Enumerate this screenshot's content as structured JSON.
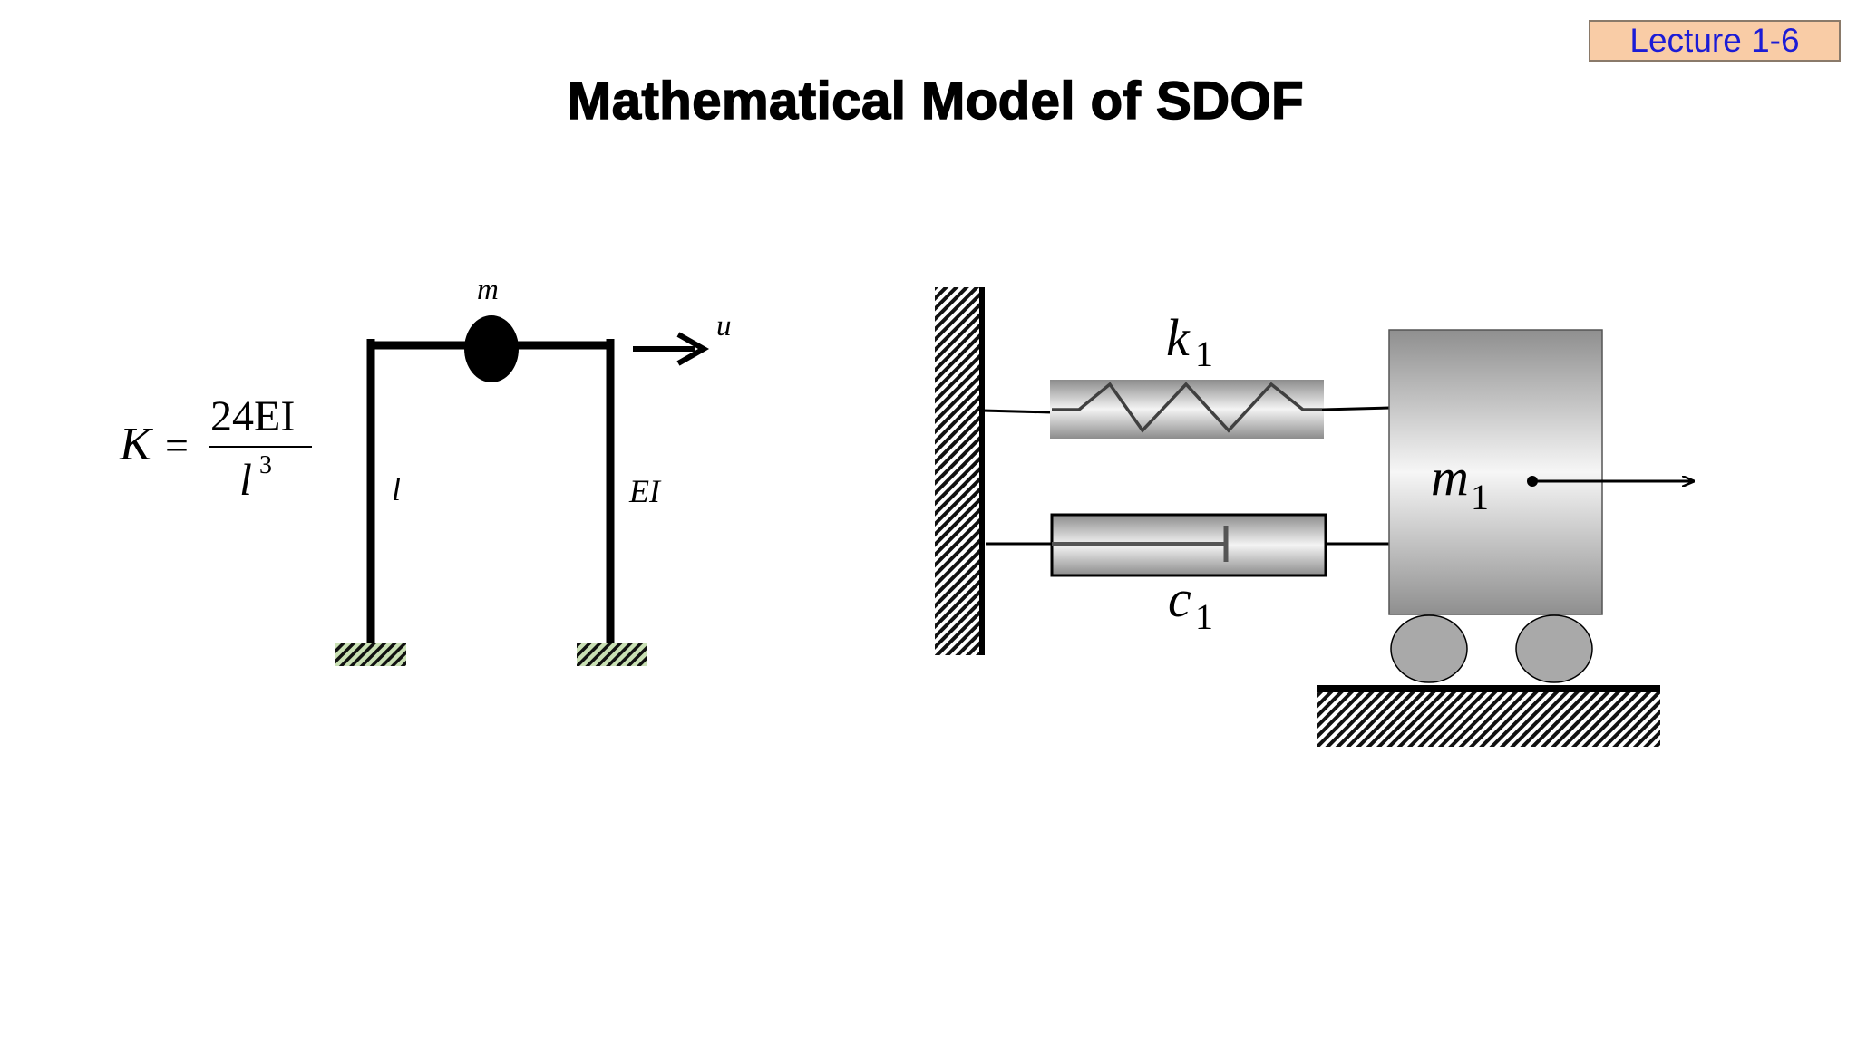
{
  "slide": {
    "badge": "Lecture 1-6",
    "title": "Mathematical Model of SDOF"
  },
  "frame": {
    "mass_label": "m",
    "displacement_label": "u",
    "column_length_label": "l",
    "rigidity_label": "EI",
    "formula": {
      "lhs": "K",
      "equals": "=",
      "numerator": "24EI",
      "denominator_base": "l",
      "denominator_exponent": "3"
    }
  },
  "model": {
    "spring_label_base": "k",
    "spring_label_sub": "1",
    "damper_label_base": "c",
    "damper_label_sub": "1",
    "mass_label_base": "m",
    "mass_label_sub": "1"
  },
  "colors": {
    "badge_bg": "#f9cca6",
    "badge_text": "#1c1cd6",
    "ground_hatch_green": "#c9e0b4"
  }
}
